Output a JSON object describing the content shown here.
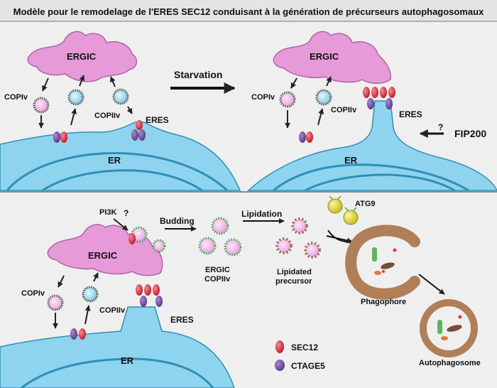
{
  "title": "Modèle pour le remodelage de l'ERES SEC12 conduisant à la génération de précurseurs autophagosomaux",
  "panel_top_left": {
    "ergic": "ERGIC",
    "copi": "COPIv",
    "copii": "COPIIv",
    "eres": "ERES",
    "er": "ER"
  },
  "transition": {
    "label": "Starvation"
  },
  "panel_top_right": {
    "ergic": "ERGIC",
    "copi": "COPIv",
    "copii": "COPIIv",
    "eres": "ERES",
    "er": "ER",
    "question": "?",
    "fip200": "FIP200"
  },
  "panel_bottom": {
    "pi3k": "PI3K",
    "question": "?",
    "ergic": "ERGIC",
    "copi": "COPIv",
    "copii": "COPIIv",
    "eres": "ERES",
    "er": "ER",
    "budding": "Budding",
    "ergic_copii_line1": "ERGIC",
    "ergic_copii_line2": "COPIIv",
    "lipidation": "Lipidation",
    "lipidated_line1": "Lipidated",
    "lipidated_line2": "precursor",
    "atg9": "ATG9",
    "phagophore": "Phagophore",
    "autophagosome": "Autophagosome"
  },
  "legend": [
    {
      "label": "SEC12",
      "color": "#d93a48"
    },
    {
      "label": "CTAGE5",
      "color": "#7b56a8"
    }
  ],
  "colors": {
    "ergic": "#e69ad8",
    "er": "#8fd4ee",
    "copii_vesicle": "#9fd9ea",
    "copi_vesicle": "#f1c3ec",
    "phagophore": "#b07f57",
    "atg9": "#e3dd39"
  }
}
